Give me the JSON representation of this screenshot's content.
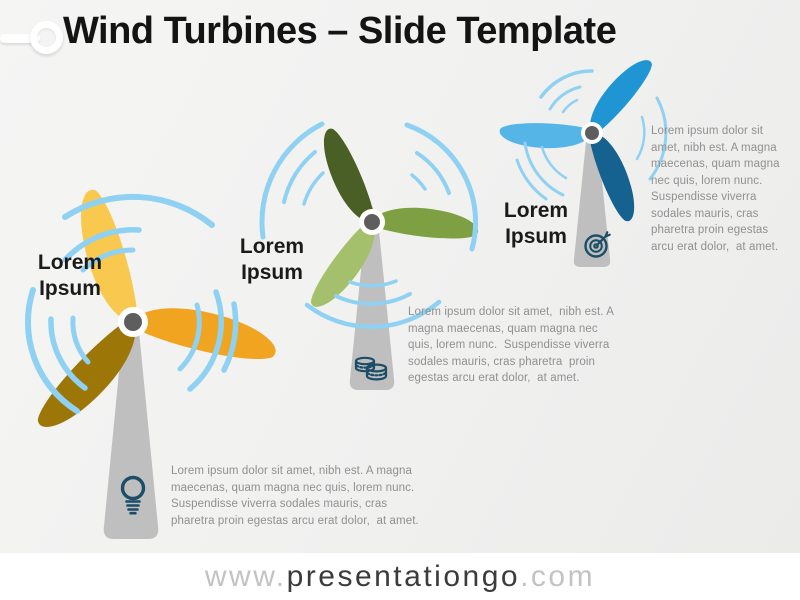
{
  "header": {
    "title": "Wind Turbines – Slide Template"
  },
  "palette": {
    "arc_blue": "#8FD1F3",
    "tower_gray": "#BFBFBF",
    "hub_ring": "#FFFFFF",
    "hub_dark": "#5E5E5E",
    "icon_navy": "#1B4D68",
    "title_black": "#141414",
    "label_black": "#1B1B1B",
    "body_gray": "#909090",
    "footer_muted": "#C3C3C3",
    "footer_dark": "#3B3B3B",
    "slide_bg": "#F1F1F0",
    "footer_bg": "#FFFFFF"
  },
  "turbines": [
    {
      "name": "yellow-turbine",
      "icon": "lightbulb",
      "label": "Lorem\nIpsum",
      "body": "Lorem ipsum dolor sit amet, nibh est. A magna\nmaecenas, quam magna nec quis, lorem nunc.\nSuspendisse viverra sodales mauris, cras\npharetra proin egestas arcu erat dolor,  at amet.",
      "colors": {
        "blade_up": "#F9C84E",
        "blade_right": "#F0A41F",
        "blade_left": "#9C7708"
      }
    },
    {
      "name": "green-turbine",
      "icon": "coins",
      "label": "Lorem\nIpsum",
      "body": "Lorem ipsum dolor sit amet,  nibh est. A\nmagna maecenas, quam magna nec\nquis, lorem nunc.  Suspendisse viverra\nsodales mauris, cras pharetra  proin\negestas arcu erat dolor,  at amet.",
      "colors": {
        "blade_up": "#4A5F26",
        "blade_right": "#7FA042",
        "blade_left": "#A5C06D"
      }
    },
    {
      "name": "blue-turbine",
      "icon": "target",
      "label": "Lorem\nIpsum",
      "body": "Lorem ipsum dolor sit\namet, nibh est. A magna\nmaecenas, quam magna\nnec quis, lorem nunc.\nSuspendisse viverra\nsodales mauris, cras\npharetra proin egestas\narcu erat dolor,  at amet.",
      "colors": {
        "blade_up": "#2095D4",
        "blade_right": "#15618F",
        "blade_left": "#55B5E7"
      }
    }
  ],
  "footer": {
    "www": "www.",
    "domain": "presentationgo",
    "com": ".com"
  }
}
